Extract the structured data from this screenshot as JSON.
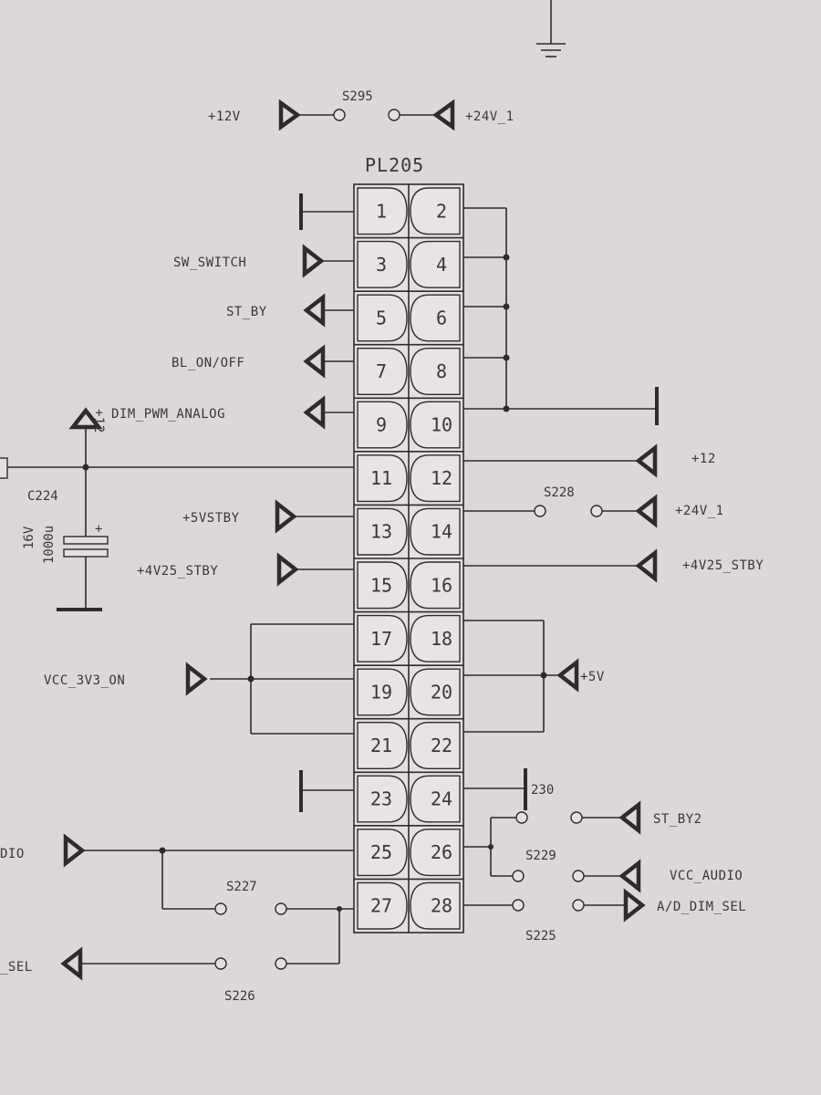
{
  "connector": {
    "ref": "PL205",
    "pins": [
      {
        "left": "1",
        "right": "2"
      },
      {
        "left": "3",
        "right": "4"
      },
      {
        "left": "5",
        "right": "6"
      },
      {
        "left": "7",
        "right": "8"
      },
      {
        "left": "9",
        "right": "10"
      },
      {
        "left": "11",
        "right": "12"
      },
      {
        "left": "13",
        "right": "14"
      },
      {
        "left": "15",
        "right": "16"
      },
      {
        "left": "17",
        "right": "18"
      },
      {
        "left": "19",
        "right": "20"
      },
      {
        "left": "21",
        "right": "22"
      },
      {
        "left": "23",
        "right": "24"
      },
      {
        "left": "25",
        "right": "26"
      },
      {
        "left": "27",
        "right": "28"
      }
    ]
  },
  "nets": {
    "top_left": "+12V",
    "top_right": "+24V_1",
    "sw_switch": "SW_SWITCH",
    "st_by": "ST_BY",
    "bl_on_off": "BL_ON/OFF",
    "dim_pwm": "DIM_PWM_ANALOG",
    "plus12_cap": "+12",
    "plus12_right": "+12",
    "plus5vstby": "+5VSTBY",
    "plus24v_right": "+24V_1",
    "plus4v25_left": "+4V25_STBY",
    "plus4v25_right": "+4V25_STBY",
    "vcc_3v3_on": "VCC_3V3_ON",
    "plus5v": "+5V",
    "audio_left": "DIO",
    "sel_left": "_SEL",
    "st_by2": "ST_BY2",
    "vcc_audio": "VCC_AUDIO",
    "ad_dim_sel": "A/D_DIM_SEL"
  },
  "refs": {
    "s295": "S295",
    "s228": "S228",
    "s227": "S227",
    "s226": "S226",
    "s229": "S229",
    "s225": "S225",
    "r230": "230"
  },
  "capacitor": {
    "ref": "C224",
    "voltage": "16V",
    "value": "1000u",
    "polarity": "+"
  }
}
